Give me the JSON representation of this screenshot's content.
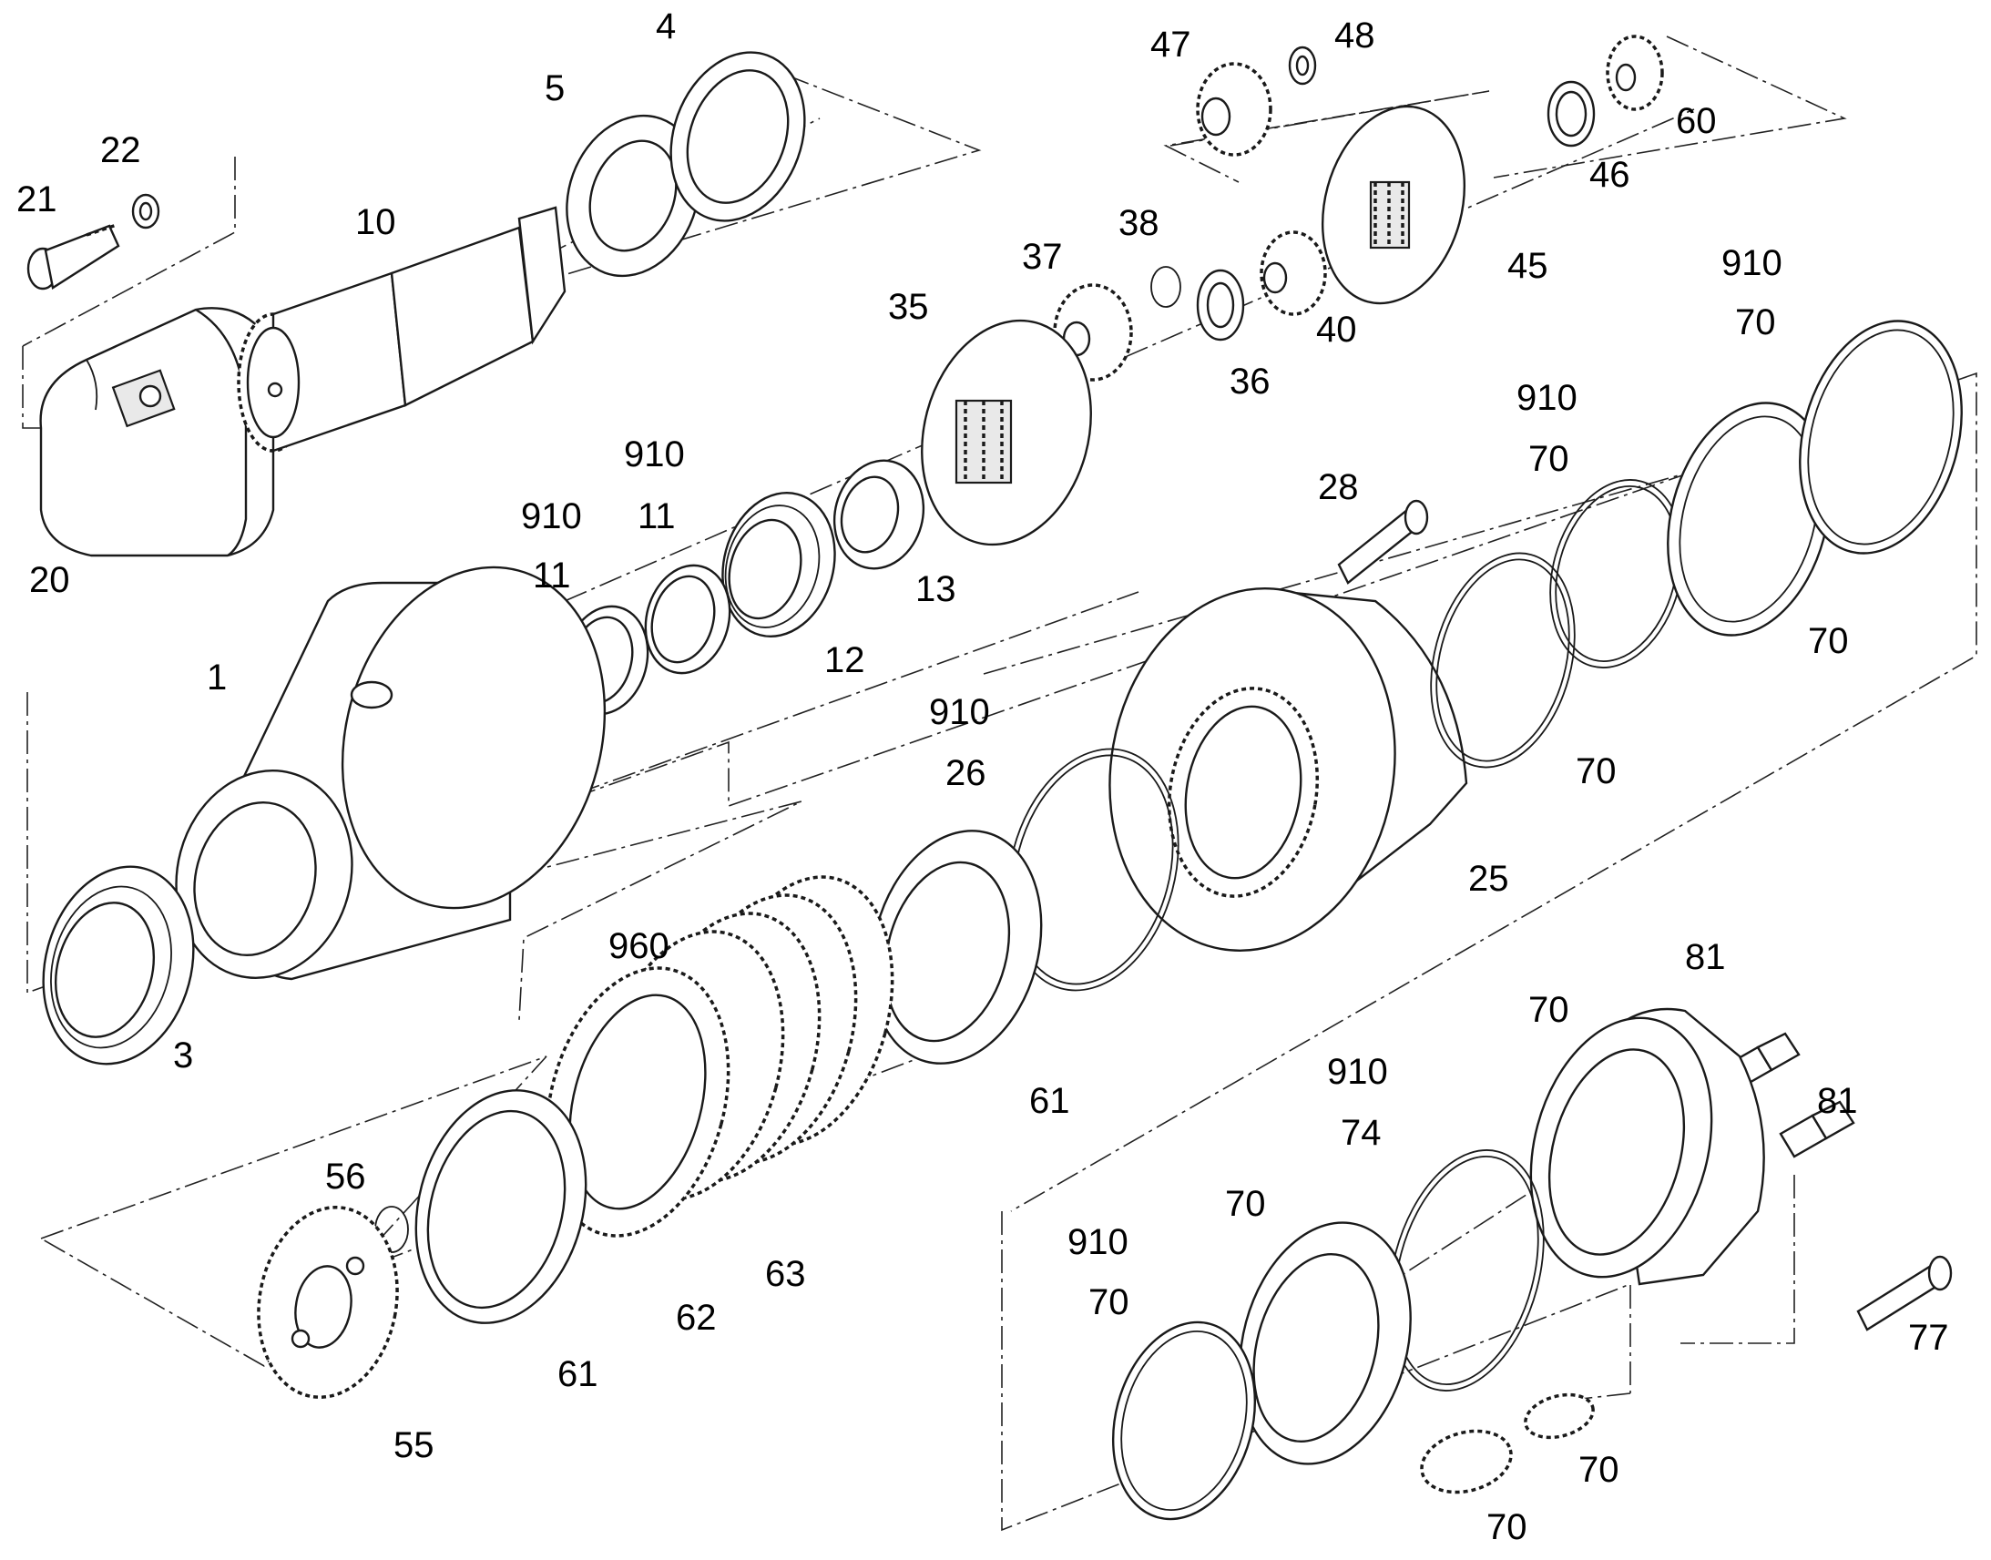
{
  "callouts": [
    {
      "id": "c4",
      "text": "4"
    },
    {
      "id": "c5",
      "text": "5"
    },
    {
      "id": "c47",
      "text": "47"
    },
    {
      "id": "c48",
      "text": "48"
    },
    {
      "id": "c60",
      "text": "60"
    },
    {
      "id": "c46",
      "text": "46"
    },
    {
      "id": "c22",
      "text": "22"
    },
    {
      "id": "c21",
      "text": "21"
    },
    {
      "id": "c10",
      "text": "10"
    },
    {
      "id": "c38",
      "text": "38"
    },
    {
      "id": "c37",
      "text": "37"
    },
    {
      "id": "c45",
      "text": "45"
    },
    {
      "id": "c910a",
      "text": "910"
    },
    {
      "id": "c70a",
      "text": "70"
    },
    {
      "id": "c35",
      "text": "35"
    },
    {
      "id": "c40",
      "text": "40"
    },
    {
      "id": "c36",
      "text": "36"
    },
    {
      "id": "c910b",
      "text": "910"
    },
    {
      "id": "c70b",
      "text": "70"
    },
    {
      "id": "c910c",
      "text": "910"
    },
    {
      "id": "c11a",
      "text": "11"
    },
    {
      "id": "c28",
      "text": "28"
    },
    {
      "id": "c910d",
      "text": "910"
    },
    {
      "id": "c11b",
      "text": "11"
    },
    {
      "id": "c20",
      "text": "20"
    },
    {
      "id": "c13",
      "text": "13"
    },
    {
      "id": "c70c",
      "text": "70"
    },
    {
      "id": "c12",
      "text": "12"
    },
    {
      "id": "c1",
      "text": "1"
    },
    {
      "id": "c910e",
      "text": "910"
    },
    {
      "id": "c26",
      "text": "26"
    },
    {
      "id": "c70d",
      "text": "70"
    },
    {
      "id": "c25",
      "text": "25"
    },
    {
      "id": "c960",
      "text": "960"
    },
    {
      "id": "c81a",
      "text": "81"
    },
    {
      "id": "c70e",
      "text": "70"
    },
    {
      "id": "c3",
      "text": "3"
    },
    {
      "id": "c61a",
      "text": "61"
    },
    {
      "id": "c910f",
      "text": "910"
    },
    {
      "id": "c81b",
      "text": "81"
    },
    {
      "id": "c74",
      "text": "74"
    },
    {
      "id": "c56",
      "text": "56"
    },
    {
      "id": "c63",
      "text": "63"
    },
    {
      "id": "c70f",
      "text": "70"
    },
    {
      "id": "c910g",
      "text": "910"
    },
    {
      "id": "c62",
      "text": "62"
    },
    {
      "id": "c70g",
      "text": "70"
    },
    {
      "id": "c77",
      "text": "77"
    },
    {
      "id": "c61b",
      "text": "61"
    },
    {
      "id": "c55",
      "text": "55"
    },
    {
      "id": "c70h",
      "text": "70"
    },
    {
      "id": "c70i",
      "text": "70"
    }
  ]
}
